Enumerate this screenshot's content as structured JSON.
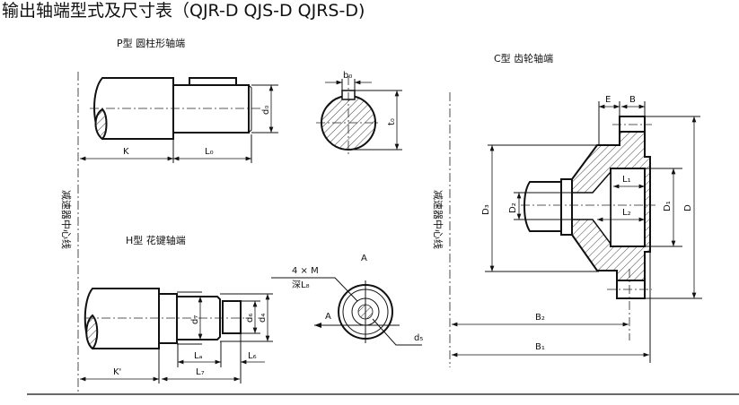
{
  "title": "输出轴端型式及尺寸表（QJR-D QJS-D QJRS-D)",
  "center_line_label": "减速器中心线",
  "p_type": {
    "title": "P型  圆柱形轴端",
    "labels": {
      "K": "K",
      "L0": "L₀",
      "d0": "d₀",
      "b0": "b₀",
      "t0": "t₀"
    }
  },
  "h_type": {
    "title": "H型  花键轴端",
    "labels": {
      "Kp": "K'",
      "La": "Lₐ",
      "L6": "L₆",
      "L7": "L₇",
      "d7": "d₇",
      "d6": "d₆",
      "d4": "d₄",
      "d5": "d₅",
      "A_top": "A",
      "A_left": "A",
      "holes": "4 × M",
      "depth": "深L₈"
    }
  },
  "c_type": {
    "title": "C型  齿轮轴端",
    "labels": {
      "E": "E",
      "B": "B",
      "L1": "L₁",
      "L2": "L₂",
      "D1": "D₁",
      "D": "D",
      "D2": "D₂",
      "D3": "D₃",
      "B2": "B₂",
      "B1": "B₁"
    }
  }
}
